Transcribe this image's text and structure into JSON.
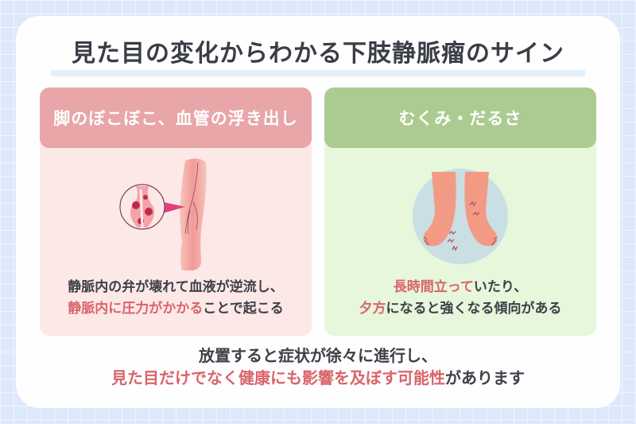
{
  "title": "見た目の変化からわかる下肢静脈瘤のサイン",
  "colors": {
    "background": "#dde9fb",
    "left_header": "#e8a6a8",
    "left_body": "#fde8e8",
    "right_header": "#accb91",
    "right_body": "#e6f7dc",
    "highlight": "#d9646a",
    "text": "#3e4048"
  },
  "cards": [
    {
      "header": "脚のぼこぼこ、血管の浮き出し",
      "illustration": "varicose-vein-leg-icon",
      "line1": [
        {
          "text": "静脈内の弁が壊れて血液が逆流し、",
          "hl": false
        }
      ],
      "line2": [
        {
          "text": "静脈内に圧力がかかる",
          "hl": true
        },
        {
          "text": "ことで起こる",
          "hl": false
        }
      ]
    },
    {
      "header": "むくみ・だるさ",
      "illustration": "swollen-feet-icon",
      "line1": [
        {
          "text": "長時間立って",
          "hl": true
        },
        {
          "text": "いたり、",
          "hl": false
        }
      ],
      "line2": [
        {
          "text": "夕方",
          "hl": true
        },
        {
          "text": "になると強くなる傾向がある",
          "hl": false
        }
      ]
    }
  ],
  "footer": {
    "line1": "放置すると症状が徐々に進行し、",
    "line2": [
      {
        "text": "見た目だけでなく",
        "hl": true
      },
      {
        "text": "健康にも影響を及ぼす可能性",
        "hl": true
      },
      {
        "text": "があります",
        "hl": false
      }
    ]
  }
}
